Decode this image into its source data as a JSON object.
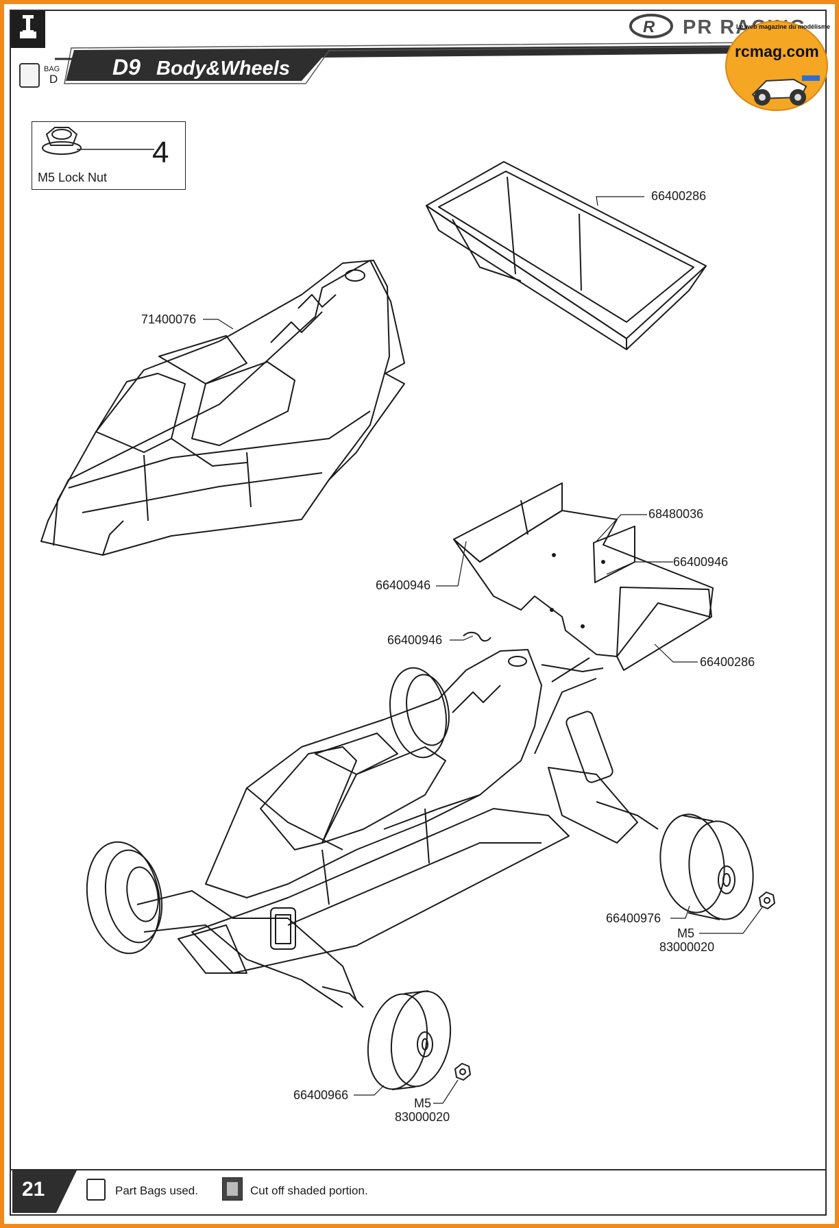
{
  "header": {
    "section_code": "D9",
    "section_title": "Body&Wheels",
    "bag_word": "BAG",
    "bag_letter": "D",
    "brand": "PR RACING",
    "watermark_text": "rcmag.com",
    "watermark_ring": "Le web magazine du modélisme"
  },
  "hardware_box": {
    "name": "M5 Lock Nut",
    "quantity": "4"
  },
  "callouts": {
    "body_shell": "71400076",
    "body_tray": "66400286",
    "wing_mount": "68480036",
    "wing_clip_right": "66400946",
    "wing_clip_left": "66400946",
    "body_clip": "66400946",
    "wing": "66400286",
    "rear_wheel": "66400976",
    "rear_nut_size": "M5",
    "rear_nut_part": "83000020",
    "front_wheel": "66400966",
    "front_nut_size": "M5",
    "front_nut_part": "83000020"
  },
  "footer": {
    "page_number": "21",
    "legend_bags": "Part Bags used.",
    "legend_cut": "Cut off shaded portion."
  },
  "colors": {
    "frame": "#f08a1c",
    "ink": "#1a1a1a",
    "banner": "#2e2e2e",
    "watermark": "#f5a623"
  }
}
